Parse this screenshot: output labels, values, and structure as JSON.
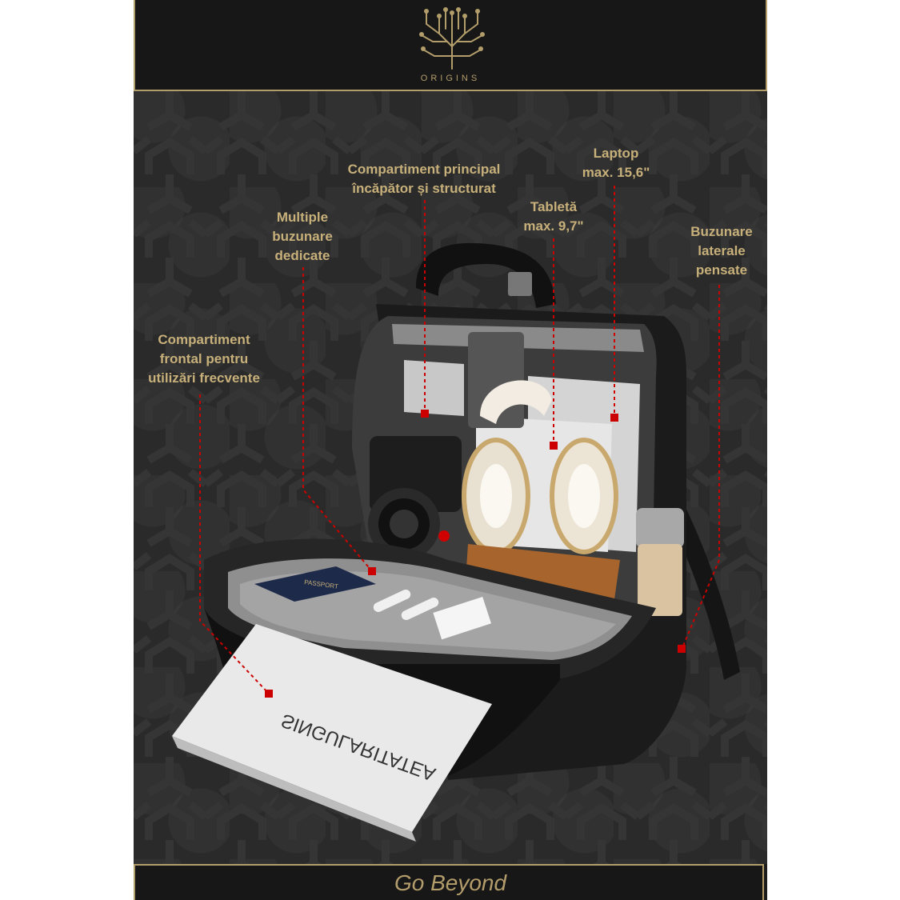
{
  "brand": {
    "name": "ORIGINS"
  },
  "footer": {
    "tagline": "Go Beyond"
  },
  "callouts": {
    "main_compartment": {
      "line1": "Compartiment principal",
      "line2": "încăpător și structurat"
    },
    "laptop": {
      "line1": "Laptop",
      "line2": "max. 15,6\""
    },
    "tablet": {
      "line1": "Tabletă",
      "line2": "max. 9,7\""
    },
    "pockets": {
      "line1": "Multiple",
      "line2": "buzunare",
      "line3": "dedicate"
    },
    "side_pockets": {
      "line1": "Buzunare",
      "line2": "laterale",
      "line3": "pensate"
    },
    "front_compartment": {
      "line1": "Compartiment",
      "line2": "frontal pentru",
      "line3": "utilizări frecvente"
    }
  },
  "product_text": {
    "book_title": "SINGULARITATEA",
    "passport": "PASSPORT"
  },
  "colors": {
    "gold": "#b39d6b",
    "label_gold": "#c7b07a",
    "marker_red": "#cc0000",
    "background": "#2a2a2a"
  }
}
